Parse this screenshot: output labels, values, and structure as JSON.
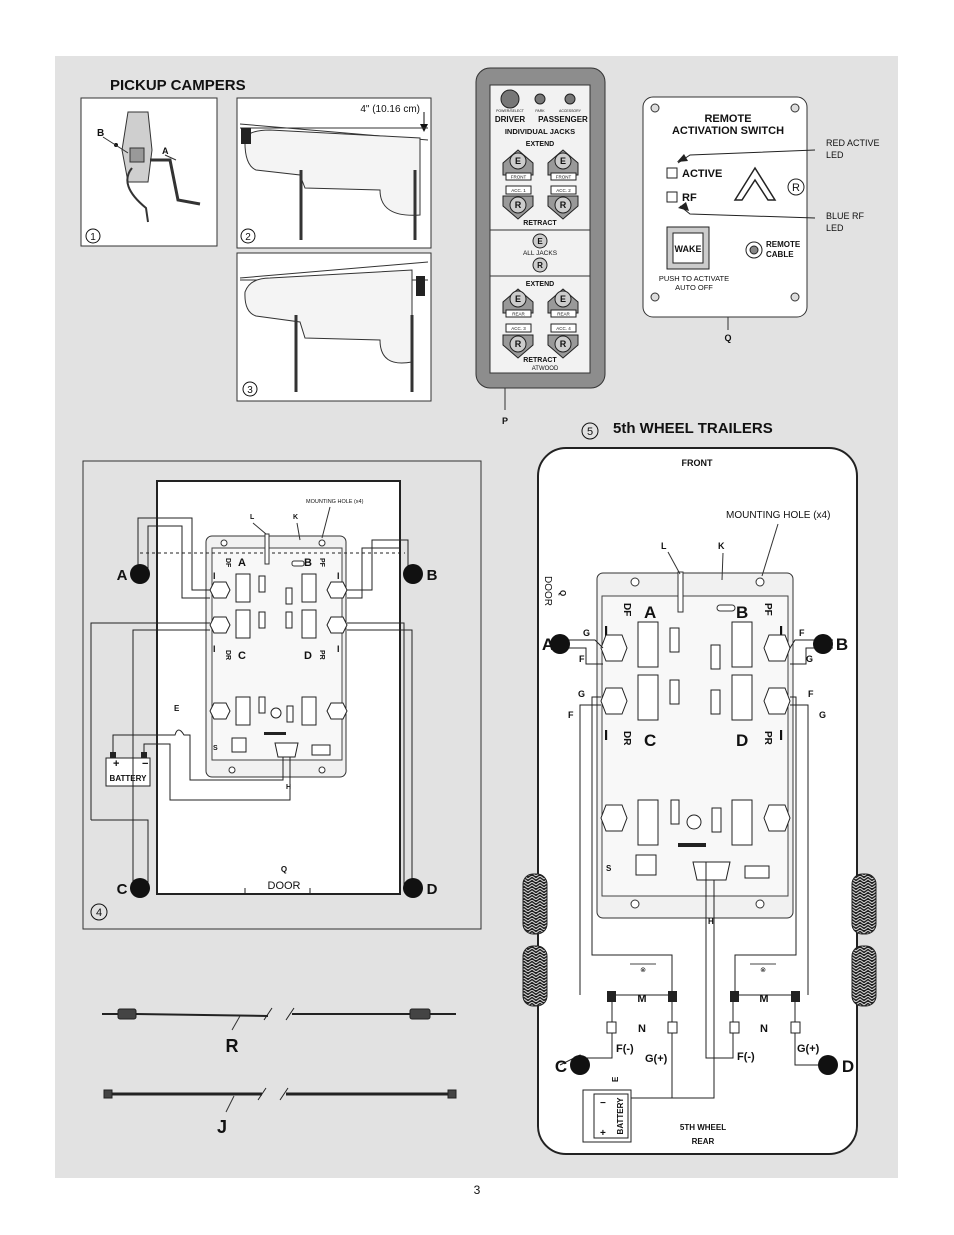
{
  "headings": {
    "pickup": "PICKUP CAMPERS",
    "fifth_wheel": "5th WHEEL TRAILERS"
  },
  "figure_numbers": {
    "f1": "1",
    "f2": "2",
    "f3": "3",
    "f4": "4",
    "f5": "5"
  },
  "fig1": {
    "label_b": "B",
    "label_a": "A"
  },
  "fig2": {
    "dimension": "4\" (10.16 cm)"
  },
  "remote_p": {
    "top_labels": [
      "POWER/SELECT",
      "PARK",
      "ACCESSORY"
    ],
    "driver": "DRIVER",
    "passenger": "PASSENGER",
    "individual_jacks": "INDIVIDUAL JACKS",
    "extend": "EXTEND",
    "retract": "RETRACT",
    "e": "E",
    "r": "R",
    "front": "FRONT",
    "rear": "REAR",
    "acc1": "ACC. 1",
    "acc2": "ACC. 2",
    "acc3": "ACC. 3",
    "acc4": "ACC. 4",
    "all_jacks": "ALL JACKS",
    "brand": "ATWOOD",
    "label": "P"
  },
  "switch_q": {
    "title1": "REMOTE",
    "title2": "ACTIVATION SWITCH",
    "active": "ACTIVE",
    "rf": "RF",
    "wake": "WAKE",
    "remote1": "REMOTE",
    "remote2": "CABLE",
    "push1": "PUSH TO ACTIVATE",
    "push2": "AUTO OFF",
    "red_led1": "RED ACTIVE",
    "red_led2": "LED",
    "blue_led1": "BLUE RF",
    "blue_led2": "LED",
    "label": "Q"
  },
  "fig4": {
    "mounting_hole": "MOUNTING HOLE (x4)",
    "l": "L",
    "k": "K",
    "a": "A",
    "b": "B",
    "c": "C",
    "d": "D",
    "e": "E",
    "s": "S",
    "h": "H",
    "i": "I",
    "df": "DF",
    "pf": "PF",
    "dr": "DR",
    "pr": "PR",
    "battery": "BATTERY",
    "q": "Q",
    "door": "DOOR"
  },
  "fig5": {
    "front": "FRONT",
    "mounting_hole": "MOUNTING HOLE (x4)",
    "l": "L",
    "k": "K",
    "q": "Q",
    "door": "DOOR",
    "a": "A",
    "b": "B",
    "c": "C",
    "d": "D",
    "f": "F",
    "g": "G",
    "i": "I",
    "s": "S",
    "h": "H",
    "m": "M",
    "n": "N",
    "e": "E",
    "df": "DF",
    "pf": "PF",
    "dr": "DR",
    "pr": "PR",
    "f_minus": "F(-)",
    "g_plus": "G(+)",
    "battery": "BATTERY",
    "rear1": "5TH WHEEL",
    "rear2": "REAR"
  },
  "cables": {
    "r": "R",
    "j": "J"
  },
  "page_number": "3"
}
